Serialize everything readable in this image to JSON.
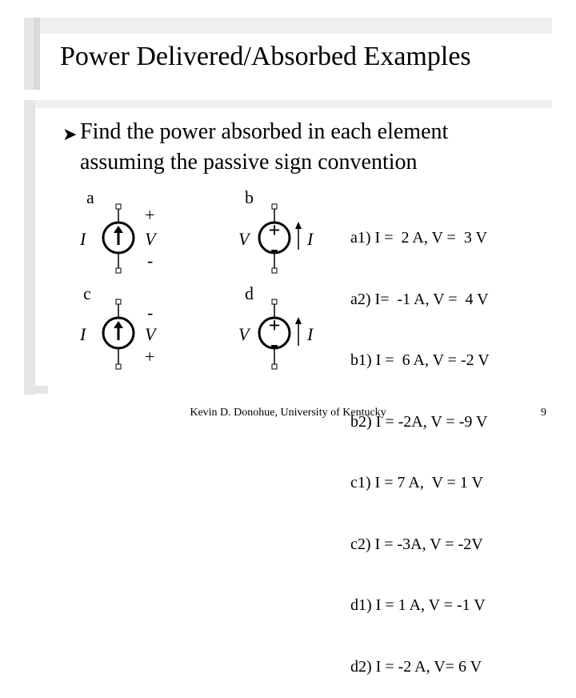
{
  "slide": {
    "title": "Power Delivered/Absorbed Examples",
    "bullet_icon": "arrowhead-bullet-icon",
    "bullet_text": "Find the power absorbed in each element assuming the passive sign convention",
    "footer": "Kevin D. Donohue, University of Kentucky",
    "page_number": "9"
  },
  "circuits": {
    "a": {
      "label": "a",
      "current_label": "I",
      "voltage_top": "+",
      "voltage_label": "V",
      "voltage_bottom": "-",
      "source_icon": "current-source-arrow-up-icon"
    },
    "b": {
      "label": "b",
      "voltage_label": "V",
      "current_label": "I",
      "plus": "+",
      "minus": "-",
      "source_icon": "voltage-source-icon"
    },
    "c": {
      "label": "c",
      "current_label": "I",
      "voltage_top": "-",
      "voltage_label": "V",
      "voltage_bottom": "+",
      "source_icon": "current-source-arrow-up-icon"
    },
    "d": {
      "label": "d",
      "voltage_label": "V",
      "current_label": "I",
      "plus": "+",
      "minus": "-",
      "source_icon": "voltage-source-icon"
    }
  },
  "answers": [
    "a1) I =  2 A, V =  3 V",
    "a2) I=  -1 A, V =  4 V",
    "b1) I =  6 A, V = -2 V",
    "b2) I = -2A, V = -9 V",
    "c1) I = 7 A,  V = 1 V",
    "c2) I = -3A, V = -2V",
    "d1) I = 1 A, V = -1 V",
    "d2) I = -2 A, V= 6 V"
  ]
}
